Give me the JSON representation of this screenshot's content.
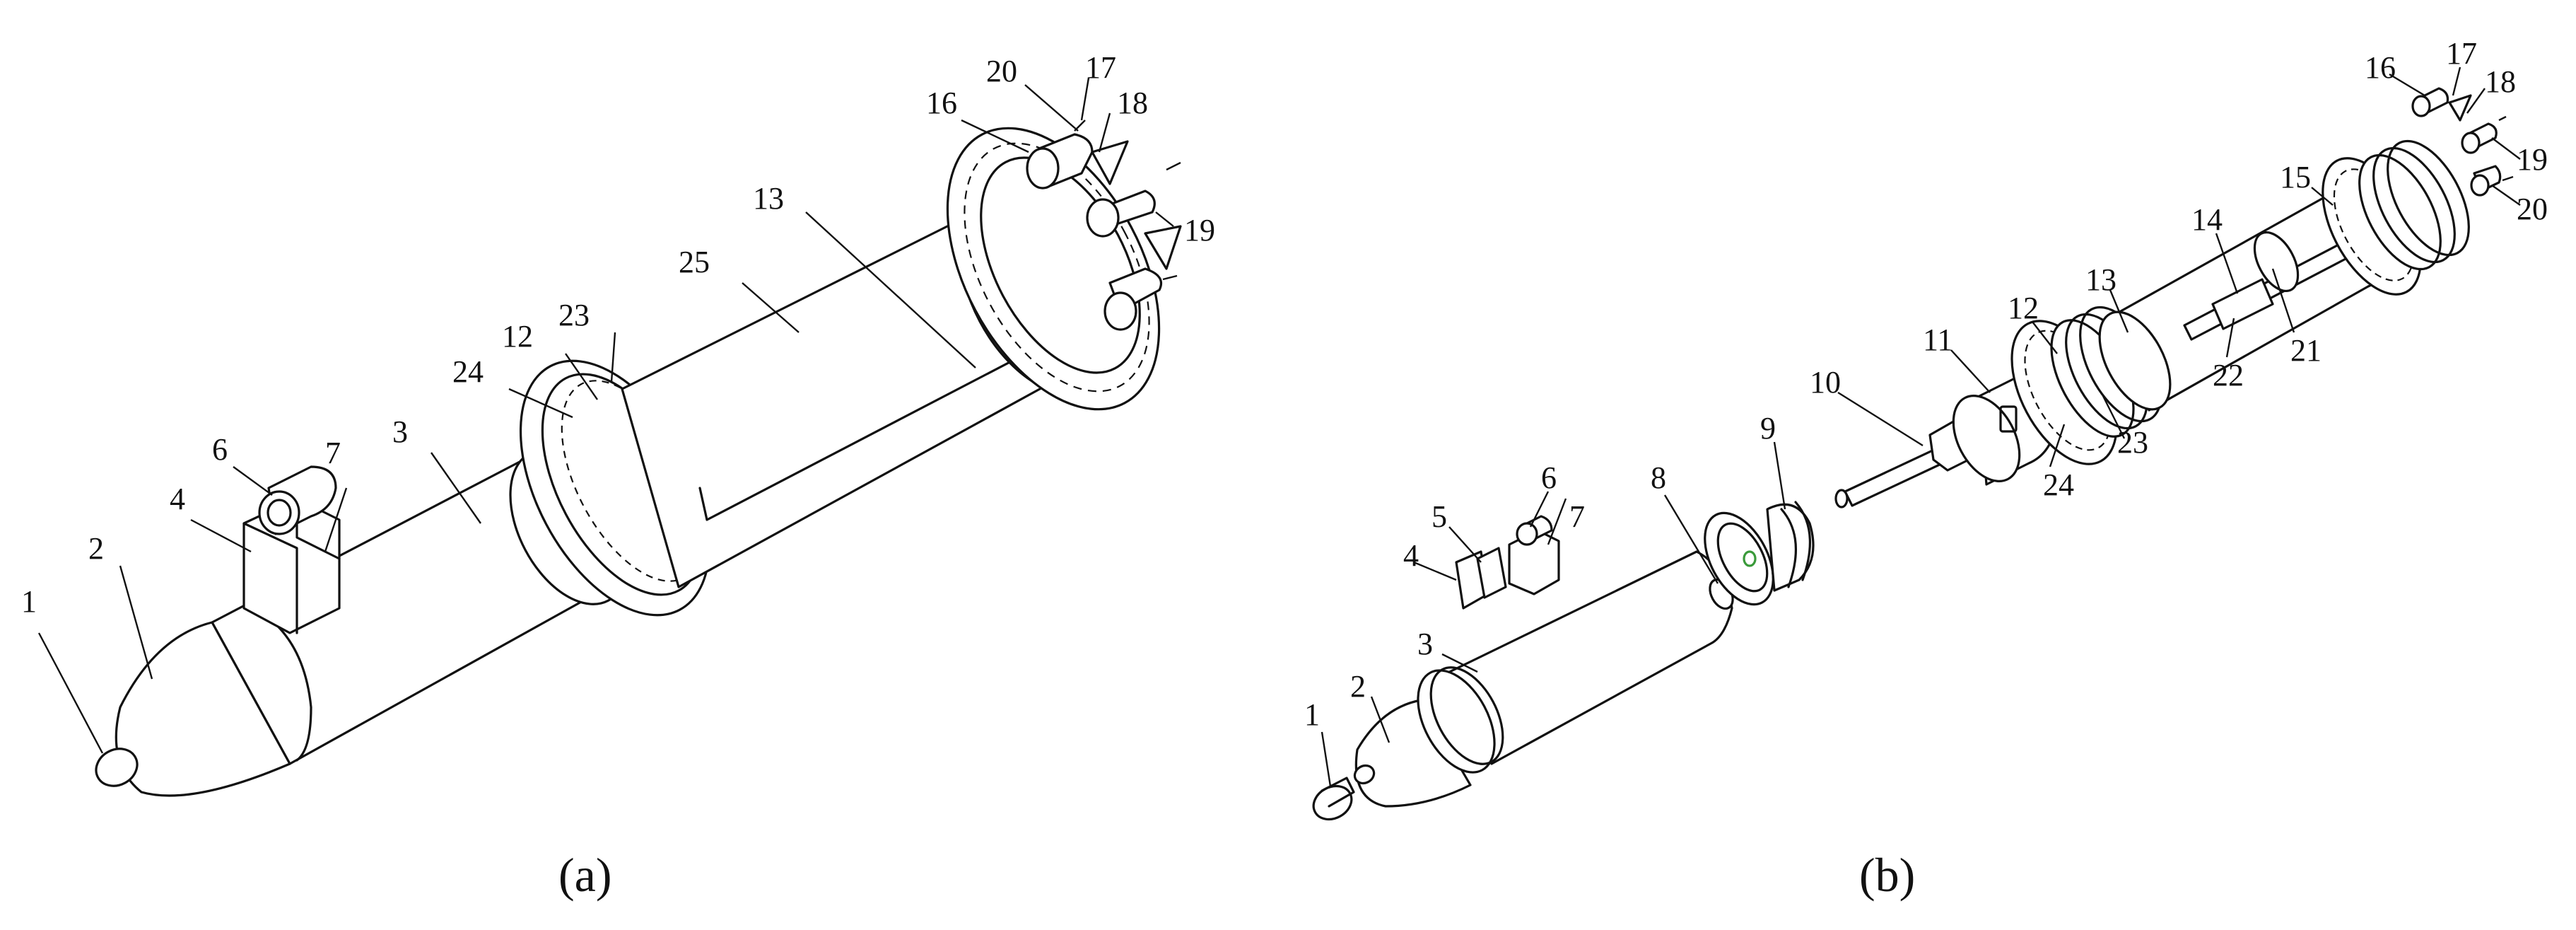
{
  "captions": {
    "a": "(a)",
    "b": "(b)"
  },
  "panel_a": {
    "labels": [
      "1",
      "2",
      "4",
      "6",
      "7",
      "3",
      "24",
      "12",
      "23",
      "25",
      "13",
      "16",
      "20",
      "17",
      "18",
      "19"
    ]
  },
  "panel_b": {
    "labels": [
      "1",
      "2",
      "3",
      "4",
      "5",
      "6",
      "7",
      "8",
      "9",
      "10",
      "11",
      "12",
      "13",
      "14",
      "15",
      "16",
      "17",
      "18",
      "19",
      "20",
      "21",
      "22",
      "23",
      "24"
    ]
  }
}
